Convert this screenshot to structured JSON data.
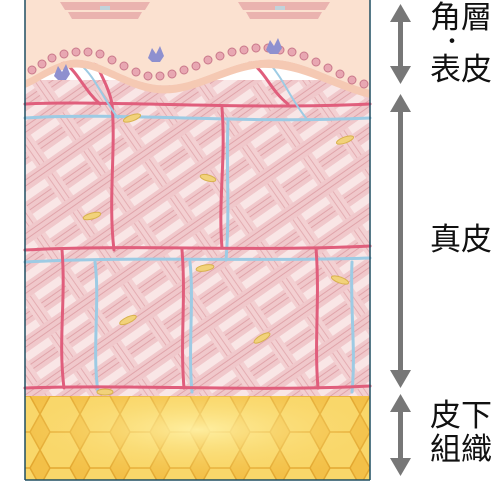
{
  "labels": {
    "epidermis_line1": "角層",
    "epidermis_sep": "・",
    "epidermis_line2": "表皮",
    "dermis": "真皮",
    "subcutis_line1": "皮下",
    "subcutis_line2": "組織"
  },
  "colors": {
    "background": "#ffffff",
    "epidermis": "#fbe1d0",
    "dermis": "#fbebec",
    "collagen": "#ecbcc0",
    "collagen_stripe": "#d88e96",
    "artery": "#e05e7c",
    "vein": "#9dcbe4",
    "fat": "#f8d15e",
    "fat_border": "#e3a730",
    "arrow": "#777777",
    "frame": "#1f4f62"
  }
}
